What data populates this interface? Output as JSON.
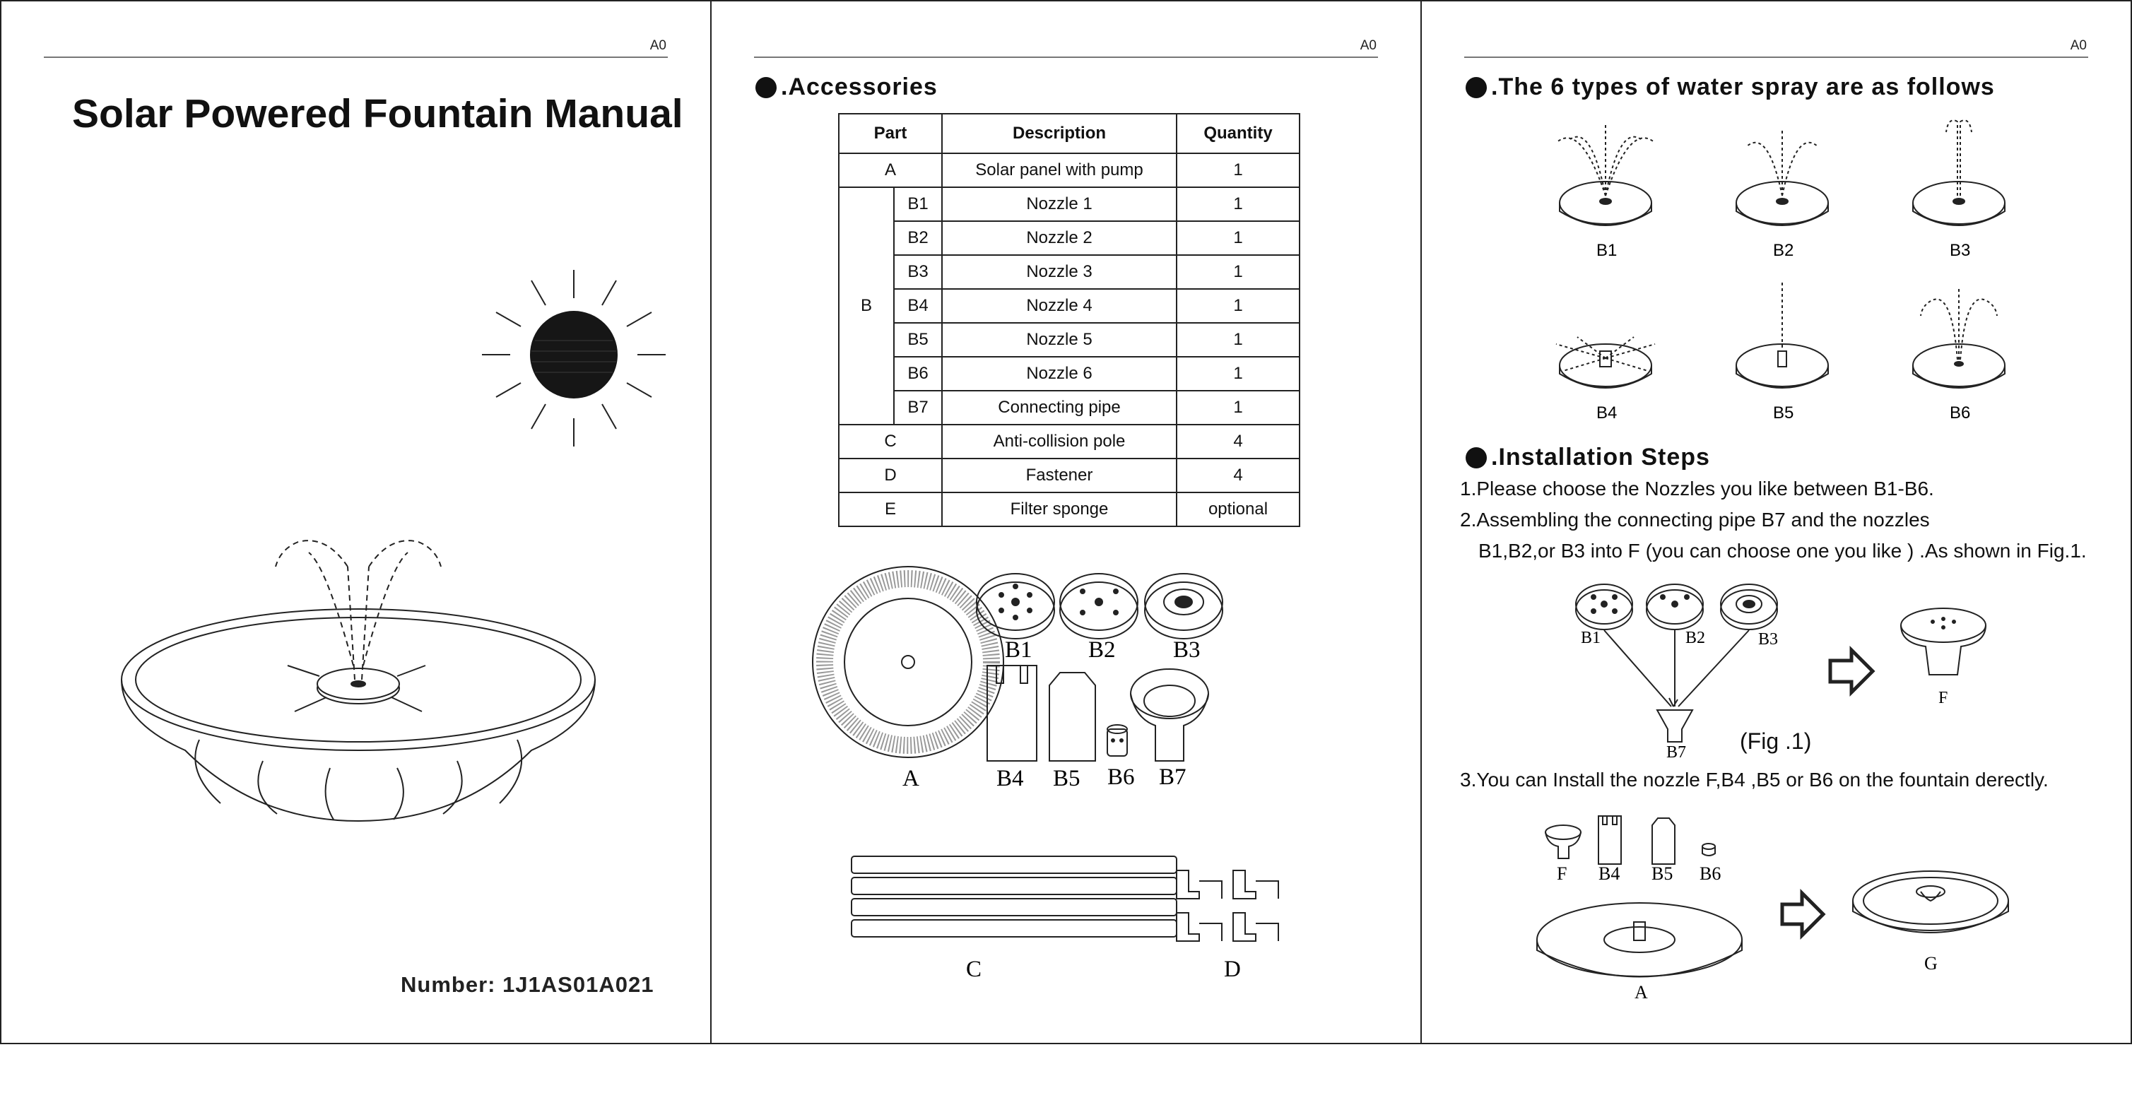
{
  "page_code": "A0",
  "cover": {
    "title": "Solar Powered Fountain Manual",
    "number": "Number: 1J1AS01A021"
  },
  "accessories": {
    "heading": ".Accessories",
    "headers": {
      "part": "Part",
      "description": "Description",
      "quantity": "Quantity"
    },
    "row_a": {
      "part": "A",
      "description": "Solar panel with pump",
      "quantity": "1"
    },
    "group_b": "B",
    "b_rows": [
      {
        "sub": "B1",
        "description": "Nozzle 1",
        "quantity": "1"
      },
      {
        "sub": "B2",
        "description": "Nozzle 2",
        "quantity": "1"
      },
      {
        "sub": "B3",
        "description": "Nozzle 3",
        "quantity": "1"
      },
      {
        "sub": "B4",
        "description": "Nozzle 4",
        "quantity": "1"
      },
      {
        "sub": "B5",
        "description": "Nozzle 5",
        "quantity": "1"
      },
      {
        "sub": "B6",
        "description": "Nozzle 6",
        "quantity": "1"
      },
      {
        "sub": "B7",
        "description": "Connecting pipe",
        "quantity": "1"
      }
    ],
    "rows_after": [
      {
        "part": "C",
        "description": "Anti-collision pole",
        "quantity": "4"
      },
      {
        "part": "D",
        "description": "Fastener",
        "quantity": "4"
      },
      {
        "part": "E",
        "description": "Filter sponge",
        "quantity": "optional"
      }
    ],
    "drawing_labels": {
      "a": "A",
      "b1": "B1",
      "b2": "B2",
      "b3": "B3",
      "b4": "B4",
      "b5": "B5",
      "b6": "B6",
      "b7": "B7",
      "c": "C",
      "d": "D"
    }
  },
  "spray": {
    "heading": ".The 6 types of water spray are as follows",
    "labels": [
      "B1",
      "B2",
      "B3",
      "B4",
      "B5",
      "B6"
    ]
  },
  "installation": {
    "heading": ".Installation Steps",
    "step1": "1.Please choose the Nozzles you like between B1-B6.",
    "step2_line1": "2.Assembling the connecting pipe B7 and the nozzles",
    "step2_line2": "B1,B2,or B3 into F (you can choose one you like ) .As shown in Fig.1.",
    "step3": "3.You can Install the nozzle F,B4 ,B5 or B6 on the fountain derectly.",
    "fig1_caption": "(Fig .1)",
    "fig1_labels": {
      "b1": "B1",
      "b2": "B2",
      "b3": "B3",
      "b7": "B7",
      "f": "F"
    },
    "fig2_labels": {
      "f": "F",
      "b4": "B4",
      "b5": "B5",
      "b6": "B6",
      "a": "A",
      "g": "G"
    }
  }
}
